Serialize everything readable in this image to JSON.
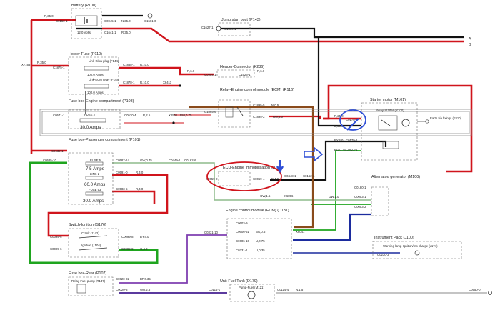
{
  "colors": {
    "red": "#d0141c",
    "black": "#111111",
    "green": "#1fa51f",
    "brown": "#8a4b1b",
    "blue": "#1c2c9e",
    "purple": "#7f3fb0",
    "violet": "#5b3a9e",
    "grey": "#8a8a8a",
    "grey_green": "#8ebc8c",
    "annotation_red": "#d0141c",
    "annotation_blue": "#2f4fd6"
  },
  "battery": {
    "title": "Battery (P100)",
    "volts": "12.0 Volts",
    "c_left": "C0150-1",
    "c_right_top": "C0045-1",
    "c_right_bottom": "C1641-1",
    "c_earth": "C1561-0",
    "wire_left": "R,35.0",
    "wire_top": "N,35.0",
    "wire_bottom": "R,35.0"
  },
  "jump_post": {
    "title": "Jump start post (P143)",
    "c_left": "C1627-1",
    "c_right": "C1690-1"
  },
  "holder_fuse": {
    "title": "Holder-Fuse (P110)",
    "c_left": "C1875-1",
    "wire_left": "R,35.0",
    "link_glow": "Link-Glow plug (F144)",
    "link_glow_amps": "100.0 Amps",
    "c_glow": "C1888-1",
    "wire_glow": "R,10.0",
    "link_ecm": "Link-ECM relay (F148)",
    "link_ecm_amps": "100.0 Amps",
    "c_ecm": "C1878-1",
    "wire_ecm": "R,10.0",
    "splice": "X6411",
    "node_left": "X7163"
  },
  "header_connector": {
    "title": "Header-Connector (K236)",
    "c_left": "C0904-1",
    "c_right": "C1526-1",
    "wire_left": "R,6.0",
    "wire_right": "R,6.0"
  },
  "relay_ecm": {
    "title": "Relay-Engine control module (ECM) (R116)",
    "c_left": "C1895-6",
    "c_top": "C1895-5",
    "c_bottom": "C1895-2",
    "wire_top": "N,0.5",
    "wire_bottom": "RW,6.0"
  },
  "fuse_box_engine": {
    "title": "Fuse box-Engine compartment (P108)",
    "c_left": "C0571-1",
    "fuse": "FUSE 2",
    "c_right": "C0570-4",
    "amps": "30.0 Amps",
    "wire": "R,2.5",
    "splice": "X2551",
    "wire2": "RW,0.75"
  },
  "starter": {
    "title": "Starter motor (M101)",
    "relay": "Relay-Starter (R100)",
    "c_main": "C0178-1",
    "c_mid": "C0179-1",
    "c_low": "C0823-1",
    "wire_main": "R,25.0",
    "wire_b": "B,35.0",
    "wire_by": "BY,4.0",
    "wire_bg": "BG,0.75",
    "earth": "Earth via fixings (E110)"
  },
  "ecu_immob": {
    "title": "ECU-Engine Immobilisation (D139)",
    "c_left": "C0059-2",
    "c_right": "C0059-4",
    "wire_right": "B,4.0",
    "c_x": "C0448-1",
    "c_x2": "C0162-1",
    "wire_gw": "GW,1.5",
    "splice": "X6896"
  },
  "fuse_box_pass": {
    "title": "Fuse box-Passenger compartment (P101)",
    "c_top": "C0632-1",
    "c_left": "C0585-10",
    "fuse5": "FUSE 5",
    "fuse5_amps": "7.5 Amps",
    "c_f5": "C0587-14",
    "wire_f5": "GW,0.75",
    "c_f5b": "C0449-1",
    "c_f5c": "C0162-6",
    "link2": "LINK 2",
    "link2_amps": "60.0 Amps",
    "c_l2": "C0591-0",
    "wire_l2": "R,4.0",
    "fuse53": "FUSE 53",
    "fuse53_amps": "30.0 Amps",
    "c_f53": "C0583-5",
    "wire_f53": "R,4.0"
  },
  "alternator": {
    "title": "Alternator/ generator (M100)",
    "c1": "C0180-1",
    "c2": "C0053-1",
    "c3": "C0053-2",
    "wire_gw": "GW,1.0"
  },
  "ignition": {
    "title": "Switch-Ignition (S176)",
    "c_left1": "C0099-6",
    "crank": "Crank (1142)",
    "c_right1": "C0099-8",
    "wire1": "BY,4.0",
    "c_left2": "C0099-6",
    "ign": "Ignition (1104)",
    "c_right2": "C0099-9",
    "wire2": "G,4.0"
  },
  "engine_ecm": {
    "title": "Engine control module (ECM) (D131)",
    "c1": "C0603-9",
    "c2": "C0331-10",
    "c3": "C0606-51",
    "wire3": "BG,0.5",
    "splice": "X6041",
    "c4": "C0606-10",
    "wire4": "U,0.75",
    "c5": "C0331-1",
    "wire5": "U,0.35"
  },
  "instrument_pack": {
    "title": "Instrument Pack (J100)",
    "lamp": "Warning lamp-Ignition/ no charge (J174)",
    "c": "C0230-3"
  },
  "fuse_box_rear": {
    "title": "Fuse box-Rear (P107)",
    "relay": "Relay-Fuel pump (R137)",
    "c1": "C0020-22",
    "wire1": "BP,0.35",
    "c2": "C0020-3",
    "wire2": "WU,2.5"
  },
  "fuel_tank": {
    "title": "Unit-Fuel Tank (D179)",
    "pump": "Pump-Fuel (M121)",
    "c_left": "C0114-1",
    "c_right": "C0114-4",
    "wire": "N,1.5",
    "c_earth": "C0550-0"
  },
  "edge": {
    "a": "A",
    "b": "B"
  }
}
